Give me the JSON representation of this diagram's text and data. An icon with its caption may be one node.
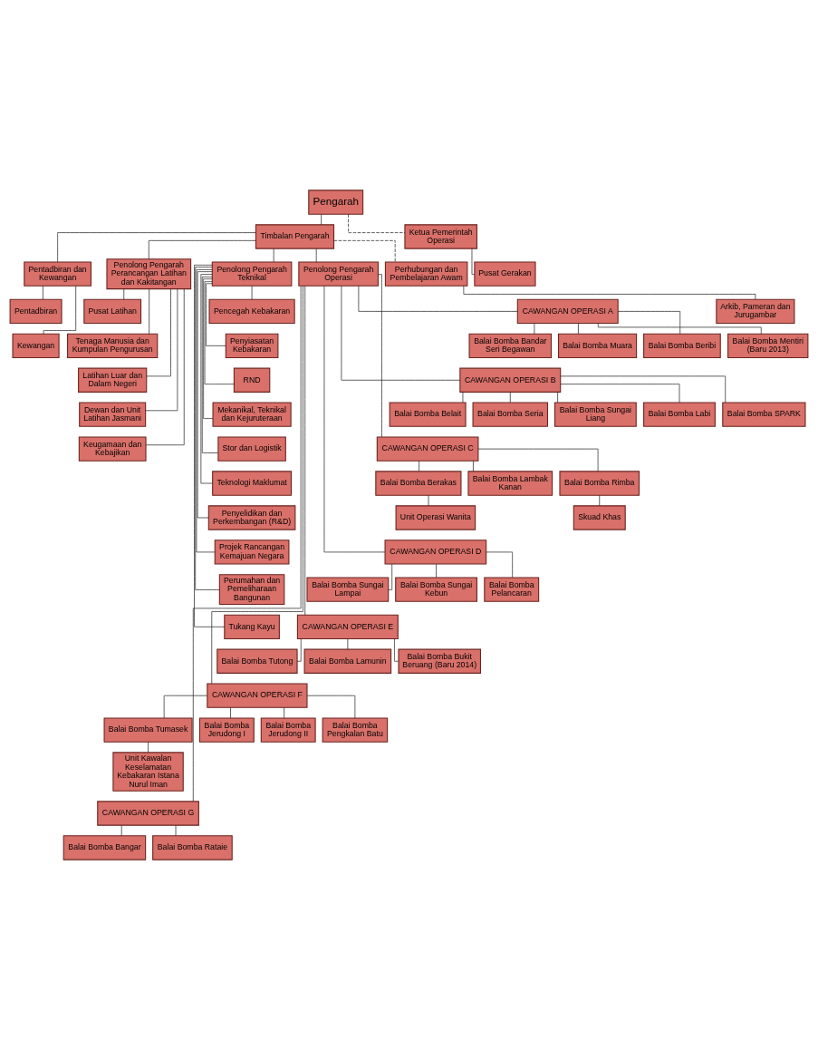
{
  "diagram": {
    "nodes": [
      {
        "text": [
          "Pengarah"
        ]
      },
      {
        "text": [
          "Timbalan Pengarah"
        ]
      },
      {
        "text": [
          "Pentadbiran dan Kewangan"
        ]
      },
      {
        "text": [
          "Penolong Pengarah Perancangan Latihan dan Kakitangan"
        ]
      },
      {
        "text": [
          "Penolong Pengarah Teknikal"
        ]
      },
      {
        "text": [
          "Penolong Pengarah Operasi"
        ]
      },
      {
        "text": [
          "Perhubungan dan Pembelajaran Awam"
        ]
      },
      {
        "text": [
          "Ketua Pemerintah Operasi"
        ]
      },
      {
        "text": [
          "Arkib, Pameran dan Jurugambar"
        ]
      },
      {
        "text": [
          "Pusat Gerakan"
        ]
      },
      {
        "text": [
          "Pentadbiran"
        ]
      },
      {
        "text": [
          "Kewangan"
        ]
      },
      {
        "text": [
          "Pusat Latihan"
        ]
      },
      {
        "text": [
          "Tenaga Manusia dan Kumpulan Pengurusan"
        ]
      },
      {
        "text": [
          "Latihan Luar dan Dalam Negeri"
        ]
      },
      {
        "text": [
          "Dewan dan Unit Latihan Jasmani"
        ]
      },
      {
        "text": [
          "Keugamaan dan Kebajikan"
        ]
      },
      {
        "text": [
          "Pencegah Kebakaran"
        ]
      },
      {
        "text": [
          "Penyiasatan Kebakaran"
        ]
      },
      {
        "text": [
          "RND"
        ]
      },
      {
        "text": [
          "Mekanikal, Teknikal dan Kejuruteraan"
        ]
      },
      {
        "text": [
          "Stor dan Logistik"
        ]
      },
      {
        "text": [
          "Teknologi Maklumat"
        ]
      },
      {
        "text": [
          "Penyelidikan dan Perkembangan (R&D)"
        ]
      },
      {
        "text": [
          "Projek Rancangan Kemajuan Negara"
        ]
      },
      {
        "text": [
          "Perumahan dan Pemeliharaan Bangunan"
        ]
      },
      {
        "text": [
          "Tukang Kayu"
        ]
      },
      {
        "text": [
          "CAWANGAN OPERASI A"
        ]
      },
      {
        "text": [
          "Balai Bomba Bandar Seri Begawan"
        ]
      },
      {
        "text": [
          "Balai Bomba Muara"
        ]
      },
      {
        "text": [
          "Balai Bomba Beribi"
        ]
      },
      {
        "text": [
          "Balai Bomba Mentiri (Baru 2013)"
        ]
      },
      {
        "text": [
          "CAWANGAN OPERASI B"
        ]
      },
      {
        "text": [
          "Balai Bomba Belait"
        ]
      },
      {
        "text": [
          "Balai Bomba Seria"
        ]
      },
      {
        "text": [
          "Balai Bomba Sungai Liang"
        ]
      },
      {
        "text": [
          "Balai Bomba Labi"
        ]
      },
      {
        "text": [
          "Balai Bomba SPARK"
        ]
      },
      {
        "text": [
          "CAWANGAN OPERASI C"
        ]
      },
      {
        "text": [
          "Balai Bomba Berakas"
        ]
      },
      {
        "text": [
          "Balai Bomba Lambak Kanan"
        ]
      },
      {
        "text": [
          "Balai Bomba Rimba"
        ]
      },
      {
        "text": [
          "Unit Operasi Wanita"
        ]
      },
      {
        "text": [
          "Skuad Khas"
        ]
      },
      {
        "text": [
          "CAWANGAN OPERASI D"
        ]
      },
      {
        "text": [
          "Balai Bomba Sungai Lampai"
        ]
      },
      {
        "text": [
          "Balai Bomba Sungai Kebun"
        ]
      },
      {
        "text": [
          "Balai Bomba Pelancaran"
        ]
      },
      {
        "text": [
          "CAWANGAN OPERASI E"
        ]
      },
      {
        "text": [
          "Balai Bomba Tutong"
        ]
      },
      {
        "text": [
          "Balai Bomba Lamunin"
        ]
      },
      {
        "text": [
          "Balai Bomba Bukit Beruang (Baru 2014)"
        ]
      },
      {
        "text": [
          "CAWANGAN OPERASI F"
        ]
      },
      {
        "text": [
          "Balai Bomba Tumasek"
        ]
      },
      {
        "text": [
          "Balai Bomba Jerudong I"
        ]
      },
      {
        "text": [
          "Balai Bomba Jerudong II"
        ]
      },
      {
        "text": [
          "Balai Bomba Pengkalan Batu"
        ]
      },
      {
        "text": [
          "Unit Kawalan Keselamatan Kebakaran Istana Nurul Iman"
        ]
      },
      {
        "text": [
          "CAWANGAN OPERASI G"
        ]
      },
      {
        "text": [
          "Balai Bomba Bangar"
        ]
      },
      {
        "text": [
          "Balai Bomba Rataie"
        ]
      }
    ],
    "edges": [
      {
        "from": 0,
        "to": 1,
        "arrow": "none"
      },
      {
        "from": 0,
        "to": 7,
        "arrow": "none",
        "style": "dashed"
      },
      {
        "from": 1,
        "to": 6,
        "arrow": "none",
        "style": "dashed"
      },
      {
        "from": 1,
        "to": 2,
        "arrow": "none"
      },
      {
        "from": 1,
        "to": 3,
        "arrow": "none"
      },
      {
        "from": 1,
        "to": 4,
        "arrow": "none"
      },
      {
        "from": 1,
        "to": 5,
        "arrow": "none"
      },
      {
        "from": 6,
        "to": 8,
        "arrow": "none"
      },
      {
        "from": 7,
        "to": 9,
        "arrow": "none"
      },
      {
        "from": 2,
        "to": 10,
        "arrow": "none"
      },
      {
        "from": 2,
        "to": 11,
        "arrow": "none"
      },
      {
        "from": 3,
        "to": 12,
        "arrow": "none"
      },
      {
        "from": 3,
        "to": 13,
        "arrow": "none"
      },
      {
        "from": 3,
        "to": 14,
        "arrow": "none"
      },
      {
        "from": 3,
        "to": 15,
        "arrow": "none"
      },
      {
        "from": 3,
        "to": 16,
        "arrow": "none"
      },
      {
        "from": 4,
        "to": 17,
        "arrow": "none"
      },
      {
        "from": 4,
        "to": 18,
        "arrow": "none"
      },
      {
        "from": 4,
        "to": 19,
        "arrow": "none"
      },
      {
        "from": 4,
        "to": 20,
        "arrow": "none"
      },
      {
        "from": 4,
        "to": 21,
        "arrow": "none"
      },
      {
        "from": 4,
        "to": 22,
        "arrow": "none"
      },
      {
        "from": 4,
        "to": 23,
        "arrow": "none"
      },
      {
        "from": 4,
        "to": 24,
        "arrow": "none"
      },
      {
        "from": 4,
        "to": 25,
        "arrow": "none"
      },
      {
        "from": 4,
        "to": 26,
        "arrow": "none"
      },
      {
        "from": 5,
        "to": 27,
        "arrow": "none"
      },
      {
        "from": 5,
        "to": 32,
        "arrow": "none"
      },
      {
        "from": 5,
        "to": 38,
        "arrow": "none"
      },
      {
        "from": 5,
        "to": 44,
        "arrow": "none"
      },
      {
        "from": 5,
        "to": 48,
        "arrow": "none"
      },
      {
        "from": 5,
        "to": 52,
        "arrow": "none"
      },
      {
        "from": 5,
        "to": 58,
        "arrow": "none"
      },
      {
        "from": 27,
        "to": 28,
        "arrow": "none"
      },
      {
        "from": 27,
        "to": 29,
        "arrow": "none"
      },
      {
        "from": 27,
        "to": 30,
        "arrow": "none"
      },
      {
        "from": 27,
        "to": 31,
        "arrow": "none"
      },
      {
        "from": 32,
        "to": 33,
        "arrow": "none"
      },
      {
        "from": 32,
        "to": 34,
        "arrow": "none"
      },
      {
        "from": 32,
        "to": 35,
        "arrow": "none"
      },
      {
        "from": 32,
        "to": 36,
        "arrow": "none"
      },
      {
        "from": 32,
        "to": 37,
        "arrow": "none"
      },
      {
        "from": 38,
        "to": 39,
        "arrow": "none"
      },
      {
        "from": 38,
        "to": 40,
        "arrow": "none"
      },
      {
        "from": 38,
        "to": 41,
        "arrow": "none"
      },
      {
        "from": 39,
        "to": 42,
        "arrow": "none"
      },
      {
        "from": 41,
        "to": 43,
        "arrow": "none"
      },
      {
        "from": 44,
        "to": 45,
        "arrow": "none"
      },
      {
        "from": 44,
        "to": 46,
        "arrow": "none"
      },
      {
        "from": 44,
        "to": 47,
        "arrow": "none"
      },
      {
        "from": 48,
        "to": 49,
        "arrow": "none"
      },
      {
        "from": 48,
        "to": 50,
        "arrow": "none"
      },
      {
        "from": 48,
        "to": 51,
        "arrow": "none"
      },
      {
        "from": 52,
        "to": 53,
        "arrow": "none"
      },
      {
        "from": 52,
        "to": 54,
        "arrow": "none"
      },
      {
        "from": 52,
        "to": 55,
        "arrow": "none"
      },
      {
        "from": 52,
        "to": 56,
        "arrow": "none"
      },
      {
        "from": 53,
        "to": 57,
        "arrow": "none"
      },
      {
        "from": 58,
        "to": 59,
        "arrow": "none"
      },
      {
        "from": 58,
        "to": 60,
        "arrow": "none"
      }
    ]
  }
}
